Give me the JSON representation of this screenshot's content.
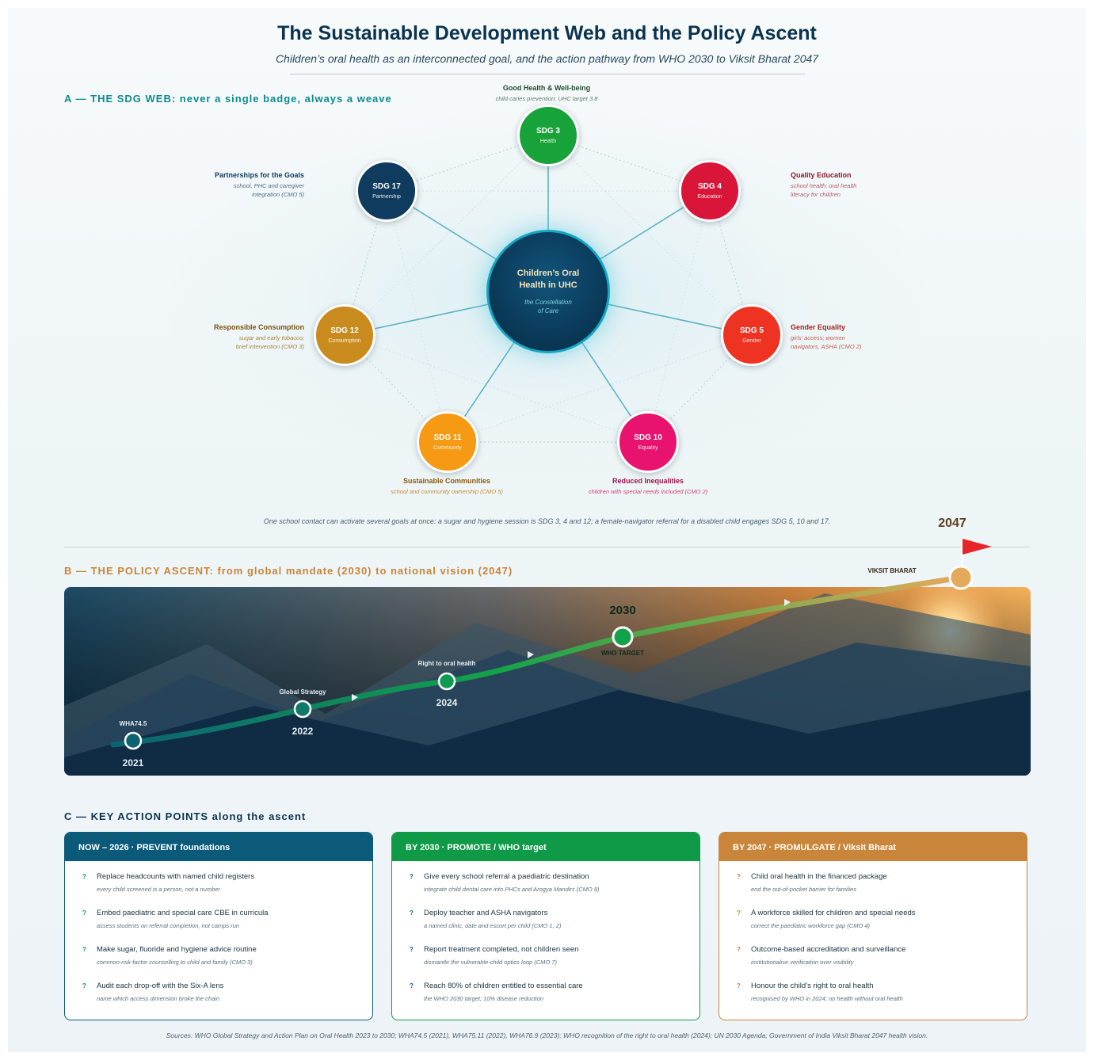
{
  "header": {
    "title": "The Sustainable Development Web and the Policy Ascent",
    "subtitle": "Children’s oral health as an interconnected goal, and the action pathway from WHO 2030 to Viksit Bharat 2047"
  },
  "section_a": {
    "heading": "A — THE SDG WEB: never a single badge, always a weave",
    "hub": {
      "title_line1": "Children’s Oral",
      "title_line2": "Health in UHC",
      "sub_line1": "the Constellation",
      "sub_line2": "of Care"
    },
    "nodes": [
      {
        "id": "sdg3",
        "badge": "SDG 3",
        "short": "Health",
        "name": "Good Health & Well-being",
        "desc1": "child caries prevention; UHC target 3.8",
        "desc2": "",
        "color": "#18a33a"
      },
      {
        "id": "sdg4",
        "badge": "SDG 4",
        "short": "Education",
        "name": "Quality Education",
        "desc1": "school health; oral health",
        "desc2": "literacy for children",
        "color": "#d9163a"
      },
      {
        "id": "sdg5",
        "badge": "SDG 5",
        "short": "Gender",
        "name": "Gender Equality",
        "desc1": "girls’ access; women",
        "desc2": "navigators, ASHA (CMO 2)",
        "color": "#ee3322"
      },
      {
        "id": "sdg10",
        "badge": "SDG 10",
        "short": "Equality",
        "name": "Reduced Inequalities",
        "desc1": "children with special needs included (CMO 2)",
        "desc2": "",
        "color": "#e8136e"
      },
      {
        "id": "sdg11",
        "badge": "SDG 11",
        "short": "Community",
        "name": "Sustainable Communities",
        "desc1": "school and community ownership (CMO 5)",
        "desc2": "",
        "color": "#f59a12"
      },
      {
        "id": "sdg12",
        "badge": "SDG 12",
        "short": "Consumption",
        "name": "Responsible Consumption",
        "desc1": "sugar and early tobacco;",
        "desc2": "brief intervention (CMO 3)",
        "color": "#c98a1e"
      },
      {
        "id": "sdg17",
        "badge": "SDG 17",
        "short": "Partnership",
        "name": "Partnerships for the Goals",
        "desc1": "school, PHC and caregiver",
        "desc2": "integration (CMO 5)",
        "color": "#0e3b5e"
      }
    ],
    "note": "One school contact can activate several goals at once: a sugar and hygiene session is SDG 3, 4 and 12; a female-navigator referral for a disabled child engages SDG 5, 10 and 17."
  },
  "section_b": {
    "heading": "B — THE POLICY ASCENT: from global mandate (2030) to national vision (2047)",
    "milestones": [
      {
        "year": "2021",
        "label": "WHA74.5",
        "progress": 0.0
      },
      {
        "year": "2022",
        "label": "Global Strategy",
        "progress": 0.2
      },
      {
        "year": "2024",
        "label": "Right to oral health",
        "progress": 0.36
      },
      {
        "year": "2030",
        "label": "WHO TARGET",
        "progress": 0.6
      },
      {
        "year": "2047",
        "label": "VIKSIT BHARAT",
        "progress": 1.0
      }
    ],
    "colors": {
      "start": "#0d6274",
      "mid": "#12a34a",
      "end": "#e4a95a",
      "flag": "#e8232a"
    }
  },
  "section_c": {
    "heading": "C — KEY ACTION POINTS along the ascent",
    "cards": [
      {
        "id": "now",
        "title": "NOW – 2026 · PREVENT foundations",
        "color": "#0b5a7a",
        "bullet": "?",
        "items": [
          {
            "text": "Replace headcounts with named child registers",
            "sub": "every child screened is a person, not a number"
          },
          {
            "text": "Embed paediatric and special care CBE in curricula",
            "sub": "assess students on referral completion, not camps run"
          },
          {
            "text": "Make sugar, fluoride and hygiene advice routine",
            "sub": "common-risk-factor counselling to child and family (CMO 3)"
          },
          {
            "text": "Audit each drop-off with the Six-A lens",
            "sub": "name which access dimension broke the chain"
          }
        ]
      },
      {
        "id": "by2030",
        "title": "BY 2030 · PROMOTE / WHO target",
        "color": "#0f9a48",
        "bullet": "?",
        "items": [
          {
            "text": "Give every school referral a paediatric destination",
            "sub": "integrate child dental care into PHCs and Arogya Mandirs (CMO 8)"
          },
          {
            "text": "Deploy teacher and ASHA navigators",
            "sub": "a named clinic, date and escort per child (CMO 1, 2)"
          },
          {
            "text": "Report treatment completed, not children seen",
            "sub": "dismantle the vulnerable-child optics loop (CMO 7)"
          },
          {
            "text": "Reach 80% of children entitled to essential care",
            "sub": "the WHO 2030 target; 10% disease reduction"
          }
        ]
      },
      {
        "id": "by2047",
        "title": "BY 2047 · PROMULGATE / Viksit Bharat",
        "color": "#c9853a",
        "bullet": "?",
        "items": [
          {
            "text": "Child oral health in the financed package",
            "sub": "end the out-of-pocket barrier for families"
          },
          {
            "text": "A workforce skilled for children and special needs",
            "sub": "correct the paediatric workforce gap (CMO 4)"
          },
          {
            "text": "Outcome-based accreditation and surveillance",
            "sub": "institutionalise verification over visibility"
          },
          {
            "text": "Honour the child’s right to oral health",
            "sub": "recognised by WHO in 2024; no health without oral health"
          }
        ]
      }
    ]
  },
  "footer": {
    "sources": "Sources: WHO Global Strategy and Action Plan on Oral Health 2023 to 2030; WHA74.5 (2021), WHA75.11 (2022), WHA76.9 (2023); WHO recognition of the right to oral health (2024); UN 2030 Agenda; Government of India Viksit Bharat 2047 health vision."
  }
}
